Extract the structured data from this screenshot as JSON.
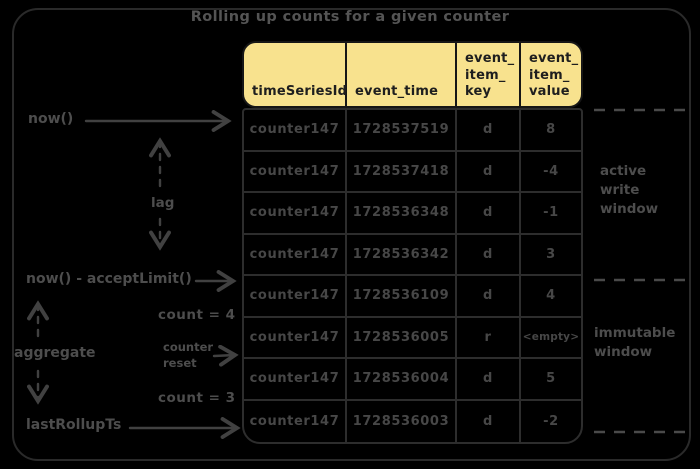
{
  "title": "Rolling up counts for a given counter",
  "colors": {
    "background": "#000000",
    "frame_stroke": "#2a2a2a",
    "grid_stroke": "#2d2d2d",
    "arrow_stroke": "#414141",
    "label_text": "#4d4d4d",
    "header_bg": "#f8e28e",
    "header_text": "#1e1e1e"
  },
  "table": {
    "columns": [
      {
        "label": "timeSeriesId"
      },
      {
        "label": "event_time"
      },
      {
        "label": "event_\nitem_\nkey"
      },
      {
        "label": "event_\nitem_\nvalue"
      }
    ],
    "rows": [
      [
        "counter147",
        "1728537519",
        "d",
        "8"
      ],
      [
        "counter147",
        "1728537418",
        "d",
        "-4"
      ],
      [
        "counter147",
        "1728536348",
        "d",
        "-1"
      ],
      [
        "counter147",
        "1728536342",
        "d",
        "3"
      ],
      [
        "counter147",
        "1728536109",
        "d",
        "4"
      ],
      [
        "counter147",
        "1728536005",
        "r",
        "<empty>"
      ],
      [
        "counter147",
        "1728536004",
        "d",
        "5"
      ],
      [
        "counter147",
        "1728536003",
        "d",
        "-2"
      ]
    ]
  },
  "annotations": {
    "now_label": "now()",
    "lag_label": "lag",
    "accept_limit_label": "now() - acceptLimit()",
    "count_4_label": "count = 4",
    "counter_reset_label": "counter\nreset",
    "aggregate_label": "aggregate",
    "count_3_label": "count = 3",
    "last_rollup_label": "lastRollupTs",
    "active_window_label": "active\nwrite\nwindow",
    "immutable_window_label": "immutable\nwindow"
  }
}
